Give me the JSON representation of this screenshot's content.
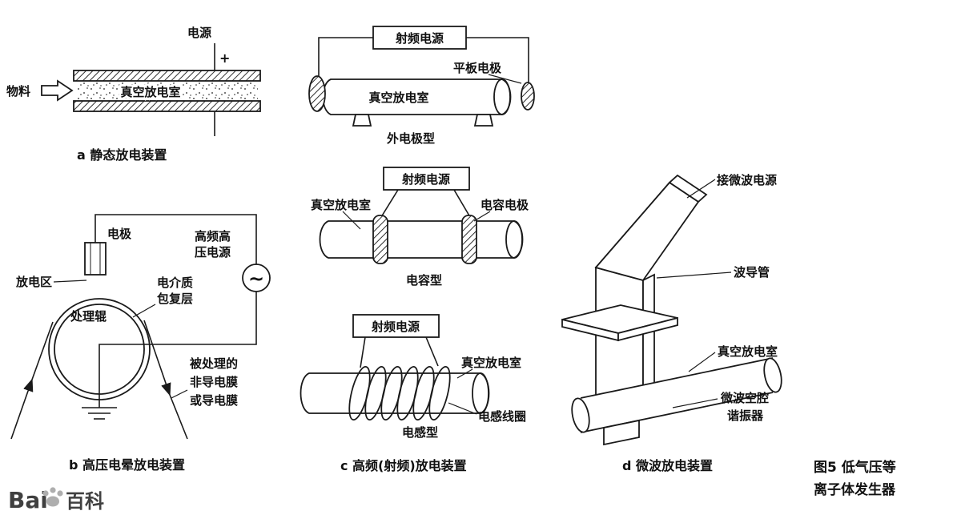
{
  "diagram_a": {
    "caption": "a 静态放电装置",
    "labels": {
      "power": "电源",
      "plus": "+",
      "material": "物料",
      "chamber": "真空放电室"
    }
  },
  "diagram_b": {
    "caption": "b 高压电晕放电装置",
    "labels": {
      "electrode": "电极",
      "hv_line1": "高频高",
      "hv_line2": "压电源",
      "ac_tilde": "~",
      "discharge_zone": "放电区",
      "dielectric_line1": "电介质",
      "dielectric_line2": "包复层",
      "roller": "处理辊",
      "film_line1": "被处理的",
      "film_line2": "非导电膜",
      "film_line3": "或导电膜"
    }
  },
  "diagram_c": {
    "caption": "c 高频(射频)放电装置",
    "external_type": {
      "rf_source": "射频电源",
      "plate_electrode": "平板电极",
      "chamber": "真空放电室",
      "name": "外电极型"
    },
    "capacitive_type": {
      "rf_source": "射频电源",
      "chamber": "真空放电室",
      "cap_electrode": "电容电极",
      "name": "电容型"
    },
    "inductive_type": {
      "rf_source": "射频电源",
      "chamber": "真空放电室",
      "coil": "电感线圈",
      "name": "电感型"
    }
  },
  "diagram_d": {
    "caption": "d 微波放电装置",
    "labels": {
      "microwave_power": "接微波电源",
      "waveguide": "波导管",
      "chamber": "真空放电室",
      "resonator_line1": "微波空腔",
      "resonator_line2": "谐振器"
    }
  },
  "figure_caption": {
    "line1": "图5  低气压等",
    "line2": "离子体发生器"
  },
  "watermark": {
    "part1": "Bai",
    "part2": "百科"
  },
  "colors": {
    "ink": "#1a1a1a",
    "background": "#ffffff",
    "watermark": "#9b9b9b"
  }
}
